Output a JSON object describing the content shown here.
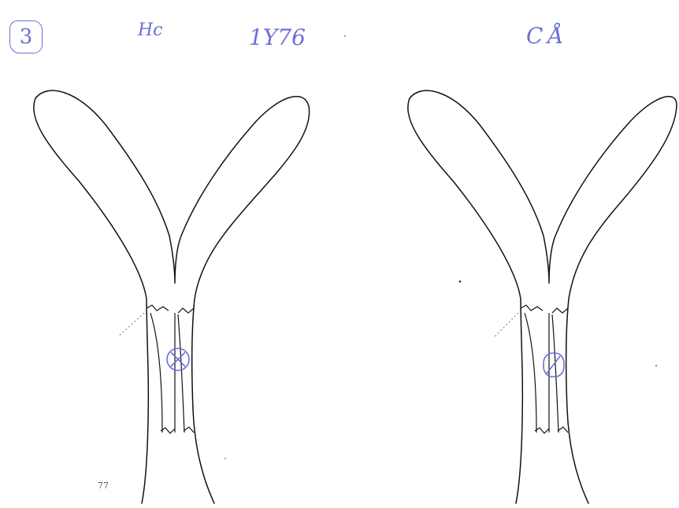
{
  "annotations": {
    "number": "3",
    "left_label": "Hc",
    "code": "1Y76",
    "right_label": "CÅ",
    "corner_scribble": "77"
  },
  "colors": {
    "pen_ink": "#6b6fd6",
    "line_ink": "#111111"
  },
  "figures": [
    {
      "name": "left-antibody",
      "mark": "circled-x"
    },
    {
      "name": "right-antibody",
      "mark": "circled-slash"
    }
  ]
}
